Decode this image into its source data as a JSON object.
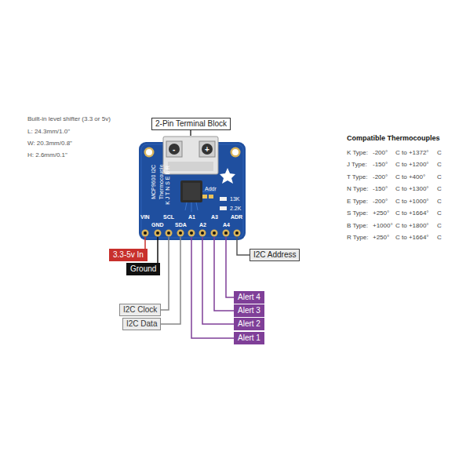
{
  "diagram": {
    "nodes": [
      {
        "text": [
          "2-Pin Terminal Block"
        ]
      },
      {
        "text": [
          "3.3-5v In"
        ]
      },
      {
        "text": [
          "Ground"
        ]
      },
      {
        "text": [
          "I2C Clock"
        ]
      },
      {
        "text": [
          "I2C Data"
        ]
      },
      {
        "text": [
          "Alert 4"
        ]
      },
      {
        "text": [
          "Alert 3"
        ]
      },
      {
        "text": [
          "Alert 2"
        ]
      },
      {
        "text": [
          "Alert 1"
        ]
      },
      {
        "text": [
          "I2C Address"
        ]
      }
    ],
    "labels": [
      "Built-in level shifter (3.3 or 5v)",
      "L: 24.3mm/1.0\"",
      "W: 20.3mm/0.8\"",
      "H: 2.6mm/0.1\"",
      "-",
      "+",
      "MCP9600 I2C",
      "Thermocouple",
      "K J T N S E B R",
      "Addr",
      "13K",
      "2.2K",
      "VIN",
      "GND",
      "SCL",
      "SDA",
      "A1",
      "A2",
      "A3",
      "A4",
      "ADR",
      "Compatible Thermocouples",
      "K Type:",
      "-200°",
      "C to +1372°",
      "C",
      "J Type:",
      "-150°",
      "C to +1200°",
      "C",
      "T Type:",
      "-200°",
      "C to +400°",
      "C",
      "N Type:",
      "-150°",
      "C to +1300°",
      "C",
      "E Type:",
      "-200°",
      "C to +1000°",
      "C",
      "S Type:",
      "+250°",
      "C to +1664°",
      "C",
      "B Type:",
      "+1000°",
      "C to +1800°",
      "C",
      "R Type:",
      "+250°",
      "C to +1664°",
      "C"
    ]
  }
}
